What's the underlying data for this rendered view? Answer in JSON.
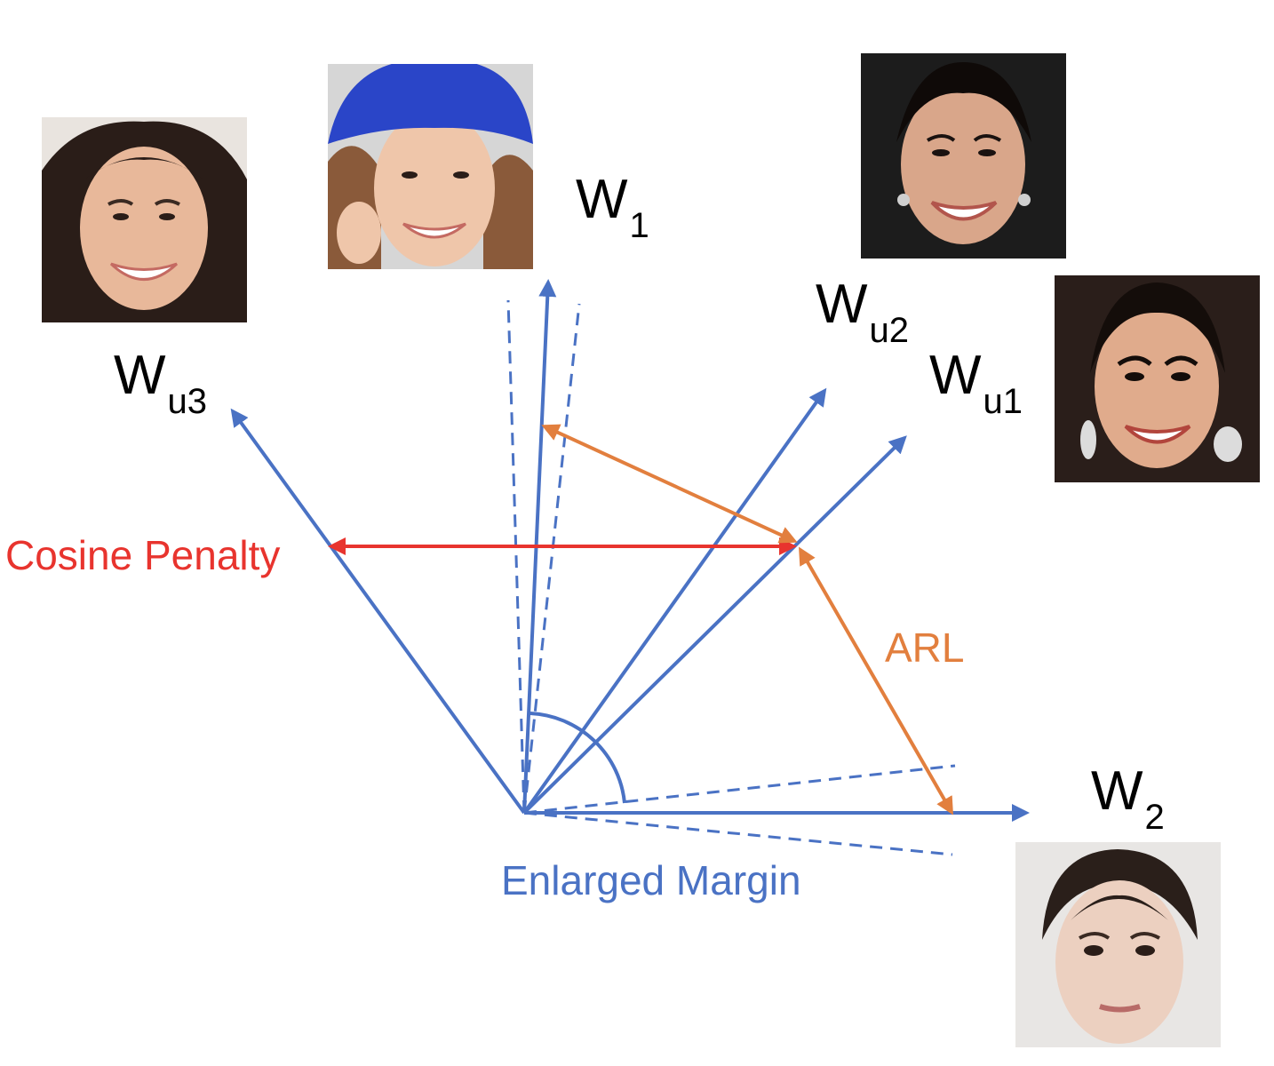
{
  "colors": {
    "vector": "#4a72c4",
    "cosine_penalty": "#e8342e",
    "arl": "#e27f3e",
    "text": "#000000"
  },
  "vectors": {
    "w1": {
      "main": "W",
      "sub": "1"
    },
    "w2": {
      "main": "W",
      "sub": "2"
    },
    "wu1": {
      "main": "W",
      "sub": "u1"
    },
    "wu2": {
      "main": "W",
      "sub": "u2"
    },
    "wu3": {
      "main": "W",
      "sub": "u3"
    }
  },
  "annotations": {
    "cosine_penalty": "Cosine Penalty",
    "arl": "ARL",
    "enlarged_margin": "Enlarged Margin"
  },
  "photos": [
    {
      "id": "face-wu3",
      "depicts": "woman-smiling-dark-hair"
    },
    {
      "id": "face-w1",
      "depicts": "woman-blue-knit-hat"
    },
    {
      "id": "face-wu2",
      "depicts": "woman-smiling-earrings"
    },
    {
      "id": "face-wu1",
      "depicts": "woman-smiling-drop-earrings"
    },
    {
      "id": "face-w2",
      "depicts": "woman-neutral-expression"
    }
  ]
}
